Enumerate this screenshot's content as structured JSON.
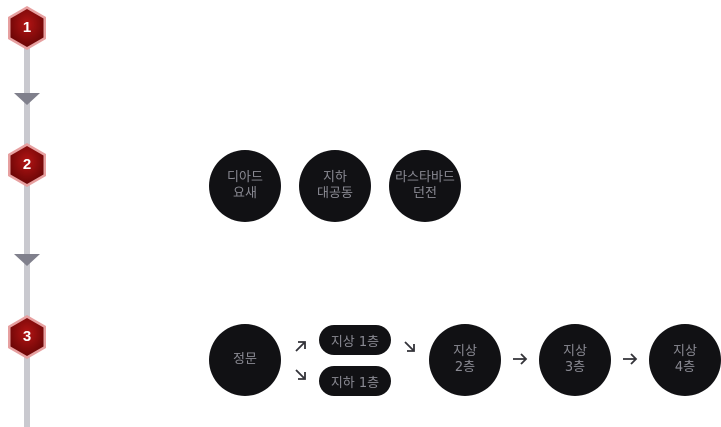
{
  "steps": [
    {
      "number": "1"
    },
    {
      "number": "2"
    },
    {
      "number": "3"
    }
  ],
  "step2": {
    "nodes": [
      {
        "label": "디아드\n요새"
      },
      {
        "label": "지하\n대공동"
      },
      {
        "label": "라스타바드\n던전"
      }
    ]
  },
  "step3": {
    "entrance": {
      "label": "정문"
    },
    "upper_branch": {
      "label": "지상 1층"
    },
    "lower_branch": {
      "label": "지하 1층"
    },
    "floors": [
      {
        "label": "지상\n2층"
      },
      {
        "label": "지상\n3층"
      },
      {
        "label": "지상\n4층"
      }
    ]
  },
  "icons": {
    "step_marker": "hexagon-badge",
    "connector": "chevron-down-icon",
    "diag_up": "arrow-up-right-icon",
    "diag_down": "arrow-down-right-icon",
    "right": "arrow-right-icon"
  },
  "colors": {
    "hex_fill": "#8b0d0d",
    "hex_border": "#d76a6a",
    "node_bg": "#111114",
    "node_text": "#8a8a93",
    "line": "#c9c9cf",
    "arrow": "#80808c"
  }
}
